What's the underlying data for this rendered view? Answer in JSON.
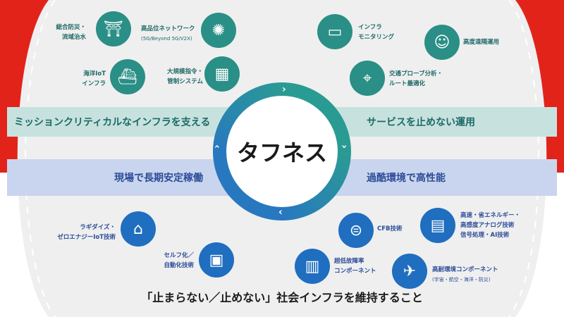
{
  "center_title": "タフネス",
  "bands": {
    "top_left": "ミッションクリティカルなインフラを支える",
    "top_right": "サービスを止めない運用",
    "bottom_left": "現場で長期安定稼働",
    "bottom_right": "過酷環境で高性能"
  },
  "teal_items": [
    {
      "line1": "総合防災・",
      "line2": "流域治水",
      "icon": "bridge-icon"
    },
    {
      "line1": "高品位ネットワーク",
      "line2": "(5G/Beyond 5G/V2X)",
      "icon": "network-icon"
    },
    {
      "line1": "海洋IoT",
      "line2": "インフラ",
      "icon": "ship-icon"
    },
    {
      "line1": "大規模指令・",
      "line2": "管制システム",
      "icon": "control-room-icon"
    },
    {
      "line1": "インフラ",
      "line2": "モニタリング",
      "icon": "monitor-icon"
    },
    {
      "line1": "高度遠隔運用",
      "icon": "operator-icon"
    },
    {
      "line1": "交通プローブ分析・",
      "line2": "ルート最適化",
      "icon": "map-pin-icon"
    }
  ],
  "blue_items": [
    {
      "line1": "ラギダイズ・",
      "line2": "ゼロエナジーIoT技術",
      "icon": "sensor-device-icon"
    },
    {
      "line1": "セルフ化／",
      "line2": "自動化技術",
      "icon": "box-icon"
    },
    {
      "line1": "CFB技術",
      "icon": "wafer-icon"
    },
    {
      "line1": "高速・省エネルギー・",
      "line2": "高感度アナログ技術",
      "line3": "信号処理・AI技術",
      "icon": "chip-icon"
    },
    {
      "line1": "超低故障率",
      "line2": "コンポーネント",
      "icon": "server-icon"
    },
    {
      "line1": "高耐環境コンポーネント",
      "line2": "(宇宙・航空・海洋・防災)",
      "icon": "satellite-icon"
    }
  ],
  "footer": "「止まらない／止めない」社会インフラを維持すること",
  "colors": {
    "red": "#e2231a",
    "teal": "#2a8f86",
    "blue": "#1f6ebf",
    "gray": "#efefef"
  }
}
